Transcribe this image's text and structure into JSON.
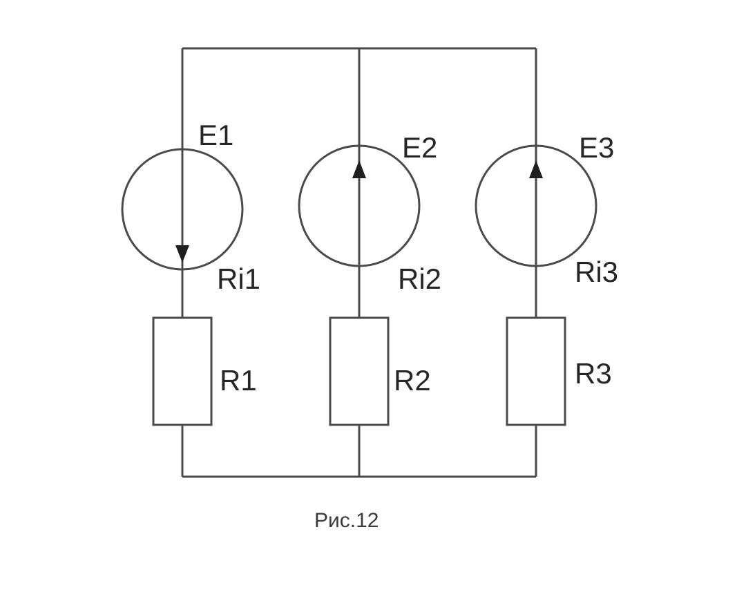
{
  "branches": [
    {
      "source_label": "E1",
      "internal_resistance_label": "Ri1",
      "resistor_label": "R1",
      "source_direction": "down"
    },
    {
      "source_label": "E2",
      "internal_resistance_label": "Ri2",
      "resistor_label": "R2",
      "source_direction": "up"
    },
    {
      "source_label": "E3",
      "internal_resistance_label": "Ri3",
      "resistor_label": "R3",
      "source_direction": "up"
    }
  ],
  "caption": "Рис.12"
}
